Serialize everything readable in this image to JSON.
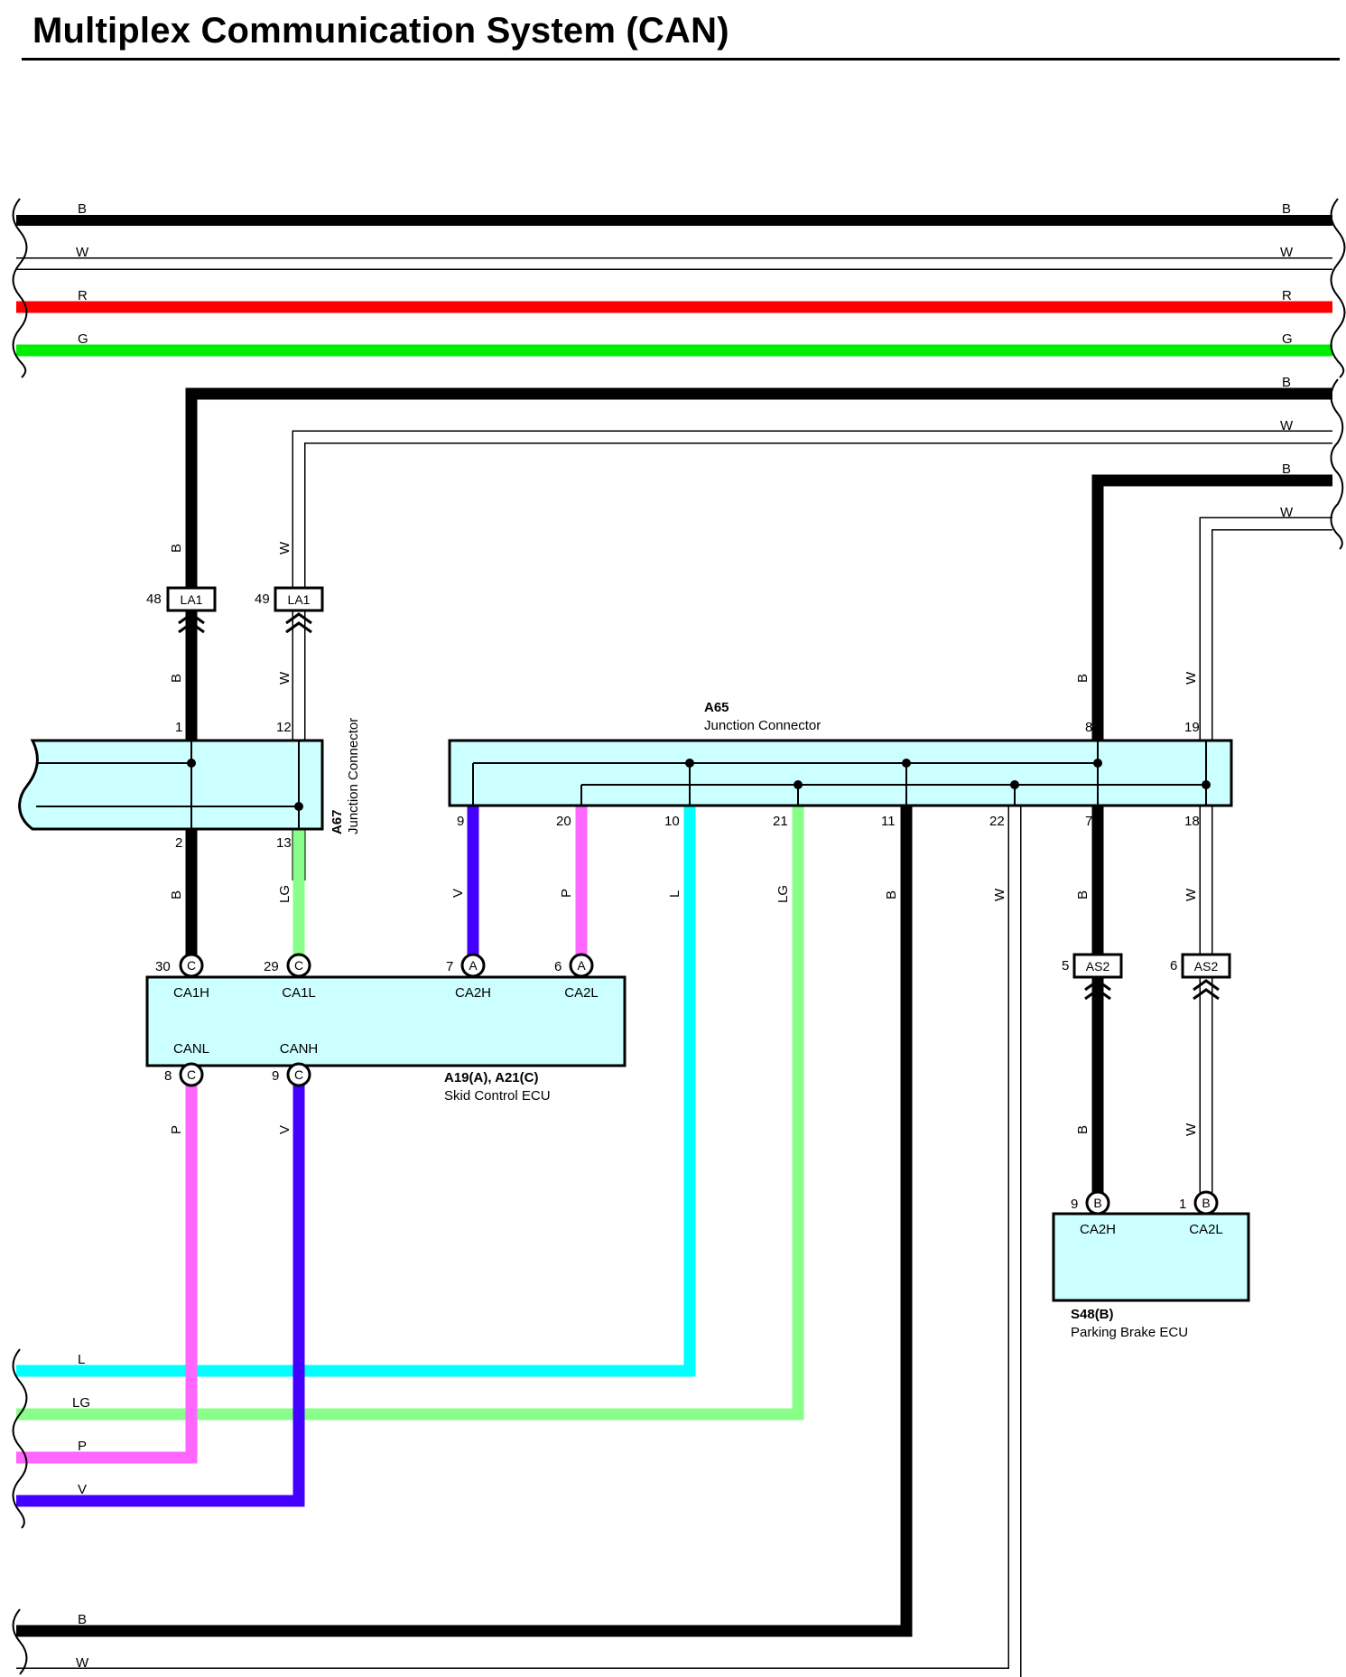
{
  "title": "Multiplex Communication System (CAN)",
  "colors": {
    "B": "#000000",
    "W": "#ffffff",
    "R": "#ff0000",
    "G": "#00ee00",
    "LG": "#88ff88",
    "L": "#00ffff",
    "P": "#ff66ff",
    "V": "#4400ff",
    "component_fill": "#ccffff"
  },
  "wire_codes": {
    "B": "B",
    "W": "W",
    "R": "R",
    "G": "G",
    "L": "L",
    "LG": "LG",
    "P": "P",
    "V": "V"
  },
  "components": {
    "A67": {
      "id": "A67",
      "name": "Junction Connector",
      "pins": {
        "p1": "1",
        "p12": "12",
        "p2": "2",
        "p13": "13"
      }
    },
    "A65": {
      "id": "A65",
      "name": "Junction Connector",
      "pins": {
        "p8": "8",
        "p19": "19",
        "p9": "9",
        "p20": "20",
        "p10": "10",
        "p21": "21",
        "p11": "11",
        "p22": "22",
        "p7": "7",
        "p18": "18"
      }
    },
    "skid": {
      "id": "A19(A), A21(C)",
      "name": "Skid Control ECU",
      "pins": {
        "p30": "30",
        "p29": "29",
        "p7": "7",
        "p6": "6",
        "p8": "8",
        "p9": "9"
      },
      "connectors": {
        "A": "A",
        "C": "C"
      },
      "terminals": {
        "ca1h": "CA1H",
        "ca1l": "CA1L",
        "ca2h": "CA2H",
        "ca2l": "CA2L",
        "canl": "CANL",
        "canh": "CANH"
      }
    },
    "parking": {
      "id": "S48(B)",
      "name": "Parking Brake ECU",
      "pins": {
        "p9": "9",
        "p1": "1"
      },
      "connector": "B",
      "terminals": {
        "ca2h": "CA2H",
        "ca2l": "CA2L"
      }
    }
  },
  "inline_connectors": {
    "la1_48": {
      "code": "LA1",
      "pin": "48"
    },
    "la1_49": {
      "code": "LA1",
      "pin": "49"
    },
    "as2_5": {
      "code": "AS2",
      "pin": "5"
    },
    "as2_6": {
      "code": "AS2",
      "pin": "6"
    }
  }
}
